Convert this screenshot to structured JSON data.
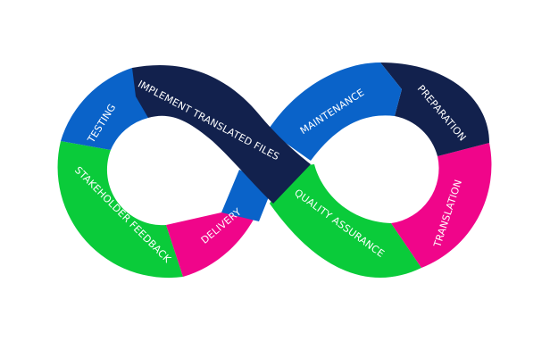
{
  "diagram": {
    "type": "infinity-loop",
    "colors": {
      "navy": "#12214d",
      "blue": "#0a63c9",
      "green": "#0acb3a",
      "magenta": "#f0058a",
      "text": "#ffffff",
      "background": "#ffffff"
    },
    "segments": [
      {
        "id": "testing",
        "label": "TESTING",
        "color": "#0a63c9"
      },
      {
        "id": "implement",
        "label": "IMPLEMENT TRANSLATED FILES",
        "color": "#12214d"
      },
      {
        "id": "maintenance",
        "label": "MAINTENANCE",
        "color": "#0a63c9"
      },
      {
        "id": "preparation",
        "label": "PREPARATION",
        "color": "#12214d"
      },
      {
        "id": "translation",
        "label": "TRANSLATION",
        "color": "#f0058a"
      },
      {
        "id": "quality",
        "label": "QUALITY ASSURANCE",
        "color": "#0acb3a"
      },
      {
        "id": "delivery",
        "label": "DELIVERY",
        "color": "#f0058a"
      },
      {
        "id": "stakeholder",
        "label": "STAKEHOLDER FEEDBACK",
        "color": "#0acb3a"
      }
    ]
  }
}
